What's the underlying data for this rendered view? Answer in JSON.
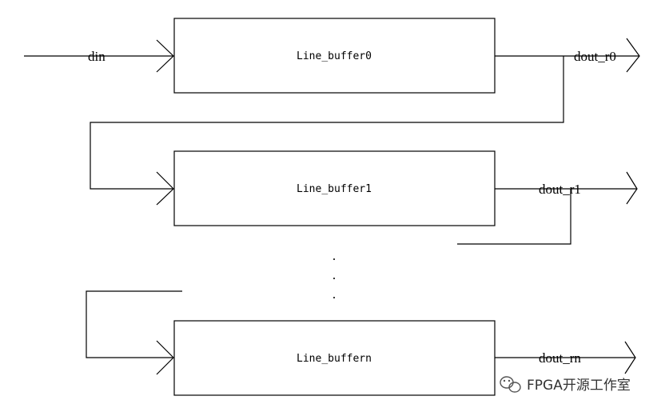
{
  "diagram": {
    "input": {
      "label": "din"
    },
    "buffers": [
      {
        "label": "Line_buffer0",
        "output_label": "dout_r0"
      },
      {
        "label": "Line_buffer1",
        "output_label": "dout_r1"
      },
      {
        "label": "Line_buffern",
        "output_label": "dout_rn"
      }
    ],
    "ellipsis": [
      ".",
      ".",
      "."
    ]
  },
  "watermark": {
    "text": "FPGA开源工作室",
    "icon": "wechat-icon"
  }
}
